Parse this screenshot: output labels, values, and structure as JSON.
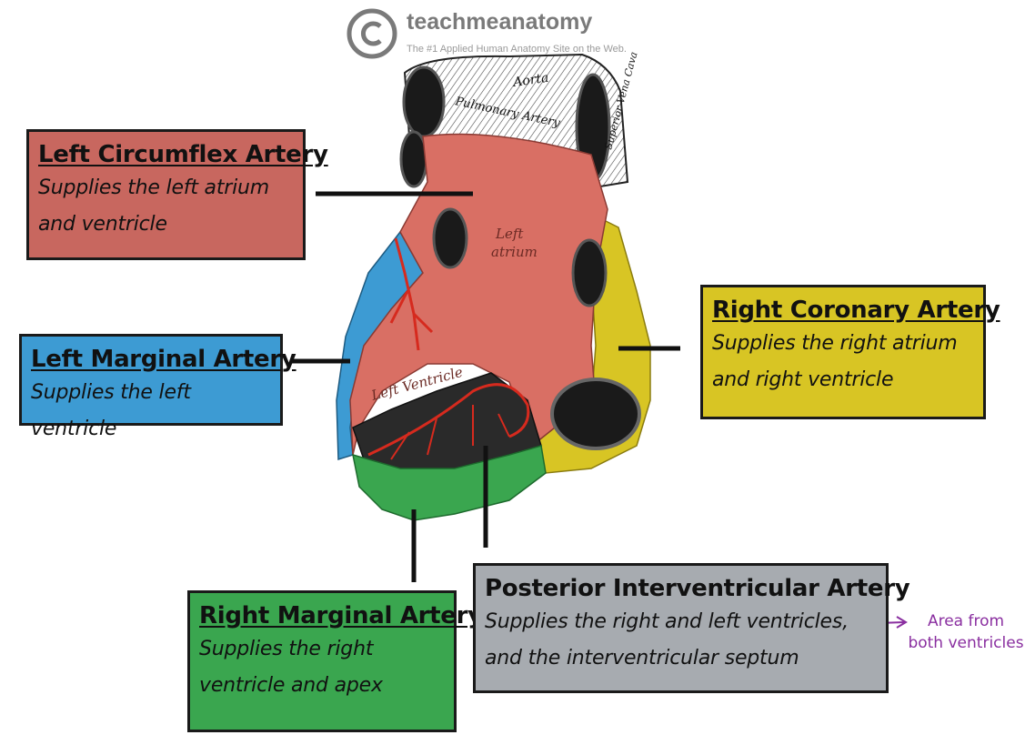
{
  "watermark": {
    "brand": "teachmeanatomy",
    "tagline": "The #1 Applied Human Anatomy Site on the Web.",
    "icon": "copyright-icon"
  },
  "image_labels": {
    "aorta": "Aorta",
    "pulmonary_artery": "Pulmonary Artery",
    "superior_vena_cava": "Superior Vena Cava",
    "left_atrium": "Left\natrium",
    "left_ventricle": "Left Ventricle"
  },
  "boxes": {
    "left_circumflex": {
      "title": "Left Circumflex Artery",
      "description": "Supplies the left atrium\nand ventricle",
      "color": "#c8675f"
    },
    "left_marginal": {
      "title": "Left Marginal Artery",
      "description": "Supplies the left ventricle",
      "color": "#3d9bd3"
    },
    "right_coronary": {
      "title": "Right Coronary Artery",
      "description": "Supplies the right atrium\nand right ventricle",
      "color": "#d8c524"
    },
    "right_marginal": {
      "title": "Right Marginal Artery",
      "description": "Supplies the right\nventricle and apex",
      "color": "#3aa64f"
    },
    "posterior_interventricular": {
      "title": "Posterior Interventricular Artery",
      "description": "Supplies the right and left ventricles,\nand the interventricular septum",
      "color": "#a7abb0"
    }
  },
  "annotation": {
    "note": "Area from\nboth ventricles",
    "color": "#8a2fa0"
  }
}
